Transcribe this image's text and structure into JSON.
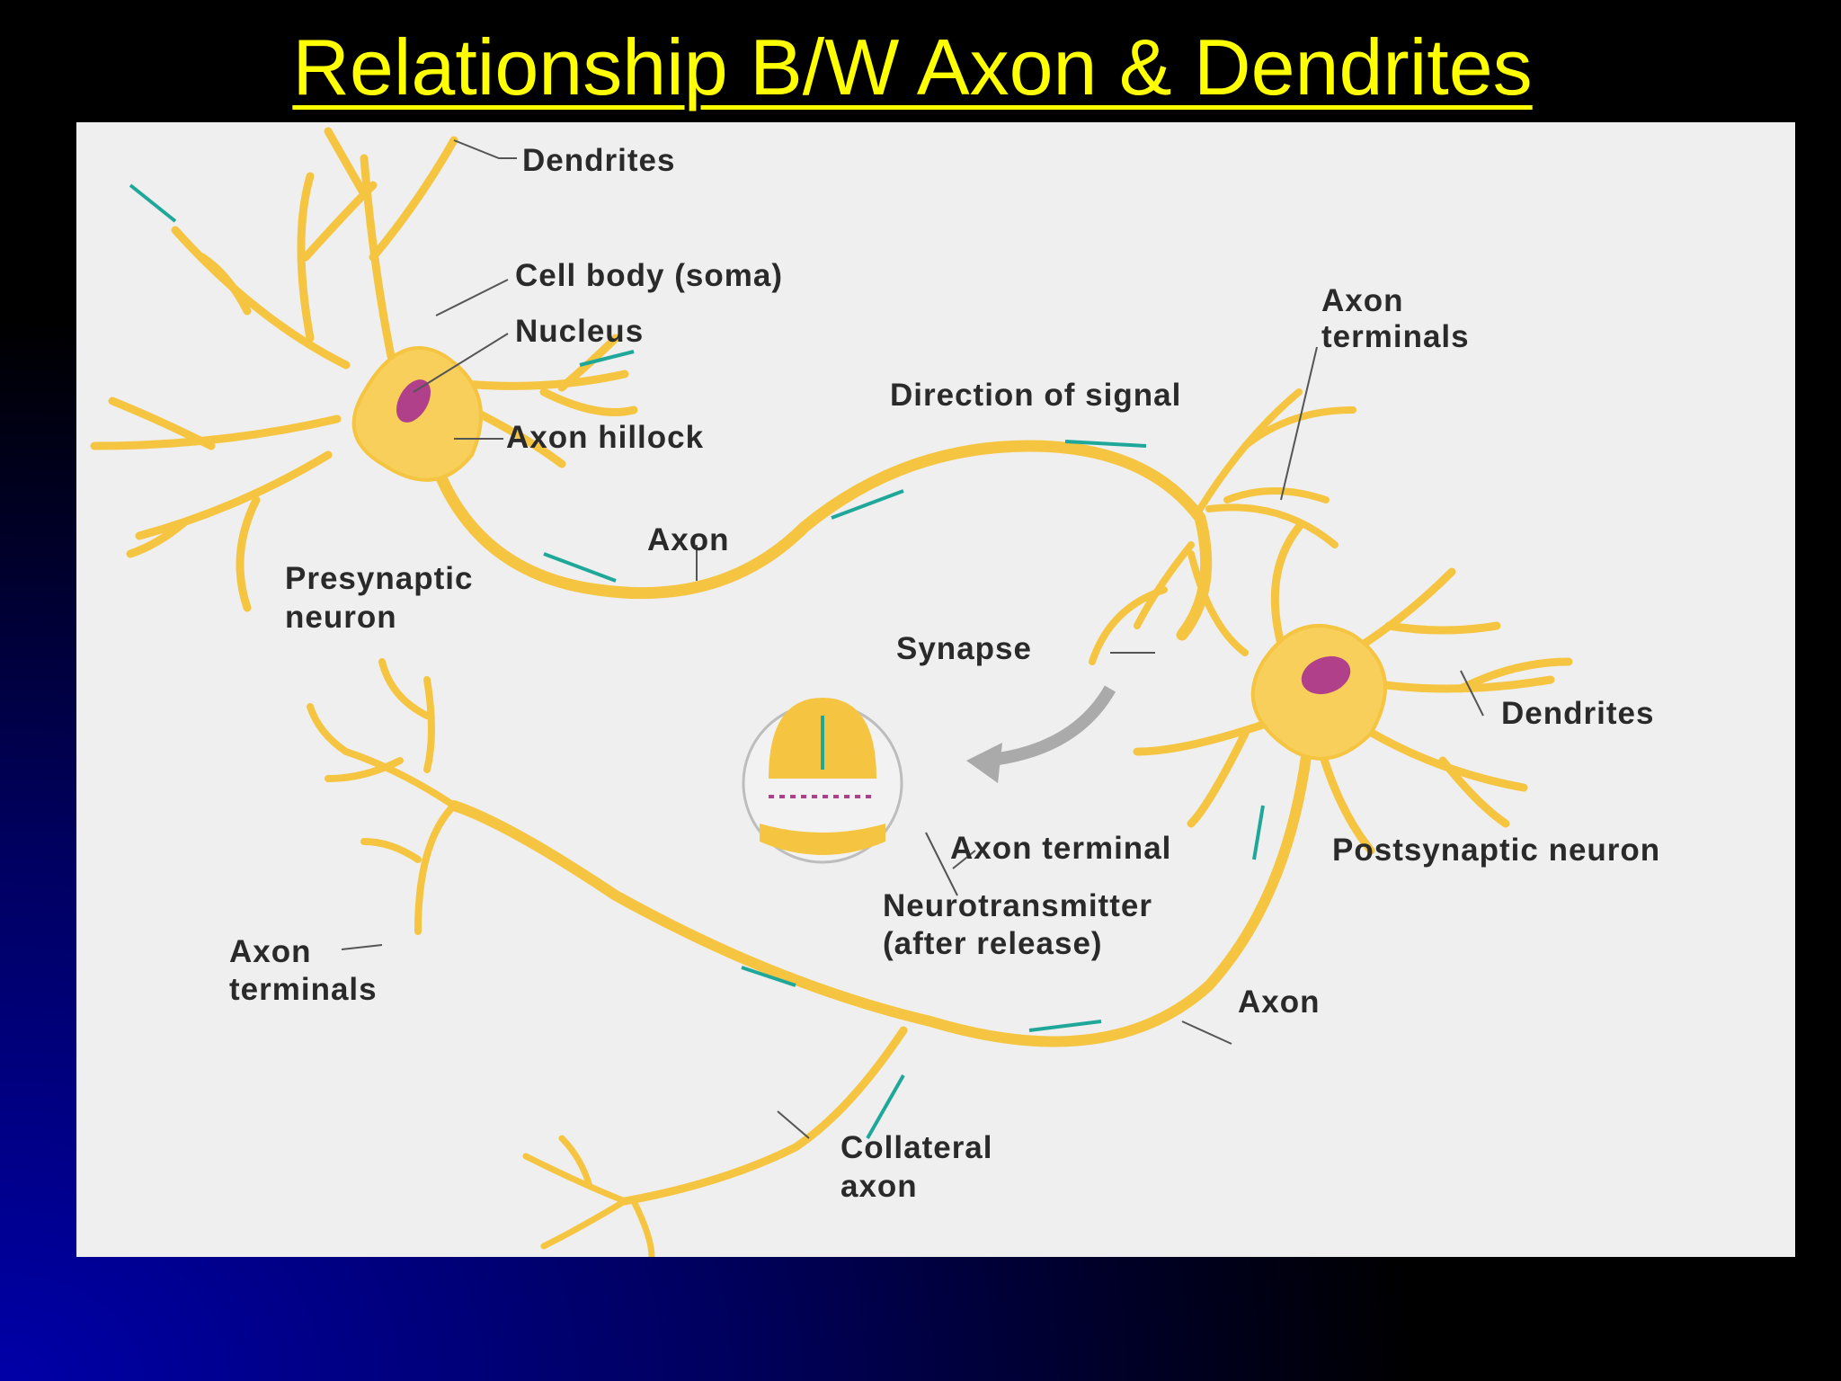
{
  "slide": {
    "title": "Relationship B/W Axon & Dendrites",
    "title_color": "#ffff00",
    "background_colors": [
      "#000000",
      "#00008b"
    ]
  },
  "diagram": {
    "panel_color": "#efefef",
    "neuron_color": "#f5c542",
    "signal_arrow_color": "#1fa89a",
    "nucleus_color": "#b0408a",
    "labels": {
      "dendrites_top": "Dendrites",
      "cell_body": "Cell body (soma)",
      "nucleus": "Nucleus",
      "axon_hillock": "Axon hillock",
      "axon_top": "Axon",
      "presynaptic_1": "Presynaptic",
      "presynaptic_2": "neuron",
      "direction_of_signal": "Direction of signal",
      "axon_terminals_top_1": "Axon",
      "axon_terminals_top_2": "terminals",
      "synapse": "Synapse",
      "dendrites_right": "Dendrites",
      "axon_terminal": "Axon terminal",
      "postsynaptic": "Postsynaptic neuron",
      "neurotransmitter_1": "Neurotransmitter",
      "neurotransmitter_2": "(after release)",
      "axon_terminals_left_1": "Axon",
      "axon_terminals_left_2": "terminals",
      "axon_bottom": "Axon",
      "collateral_1": "Collateral",
      "collateral_2": "axon"
    }
  }
}
